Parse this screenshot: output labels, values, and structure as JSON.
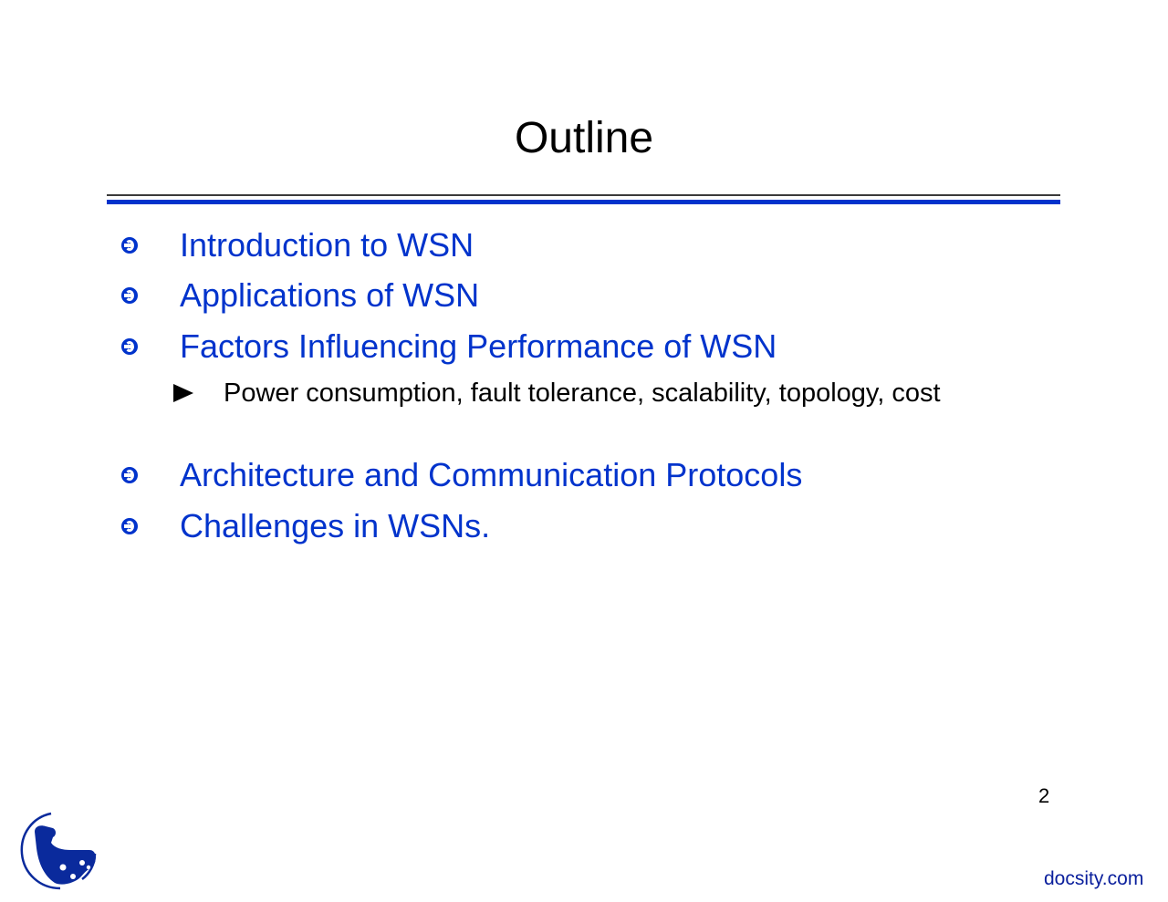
{
  "slide": {
    "title": "Outline",
    "page_number": "2",
    "footer_link": "docsity.com",
    "colors": {
      "bullet_text": "#0033cc",
      "title_text": "#000000",
      "rule_thin": "#3a3a3a",
      "rule_thick": "#0033cc",
      "footer_link": "#0a1f9c"
    }
  },
  "outline": {
    "items": [
      {
        "label": "Introduction to WSN",
        "icon": "circle-arrow-right-icon"
      },
      {
        "label": "Applications of WSN",
        "icon": "circle-arrow-right-icon"
      },
      {
        "label": "Factors Influencing Performance of WSN",
        "icon": "circle-arrow-right-icon"
      },
      {
        "label": "Architecture and Communication Protocols",
        "icon": "circle-arrow-right-icon"
      },
      {
        "label": "Challenges in WSNs.",
        "icon": "circle-arrow-right-icon"
      }
    ],
    "sub_items": [
      {
        "parent": 2,
        "label": "Power consumption, fault tolerance, scalability, topology, cost",
        "icon": "triangle-right-icon"
      }
    ]
  },
  "logo": {
    "icon": "docsity-logo-icon"
  }
}
